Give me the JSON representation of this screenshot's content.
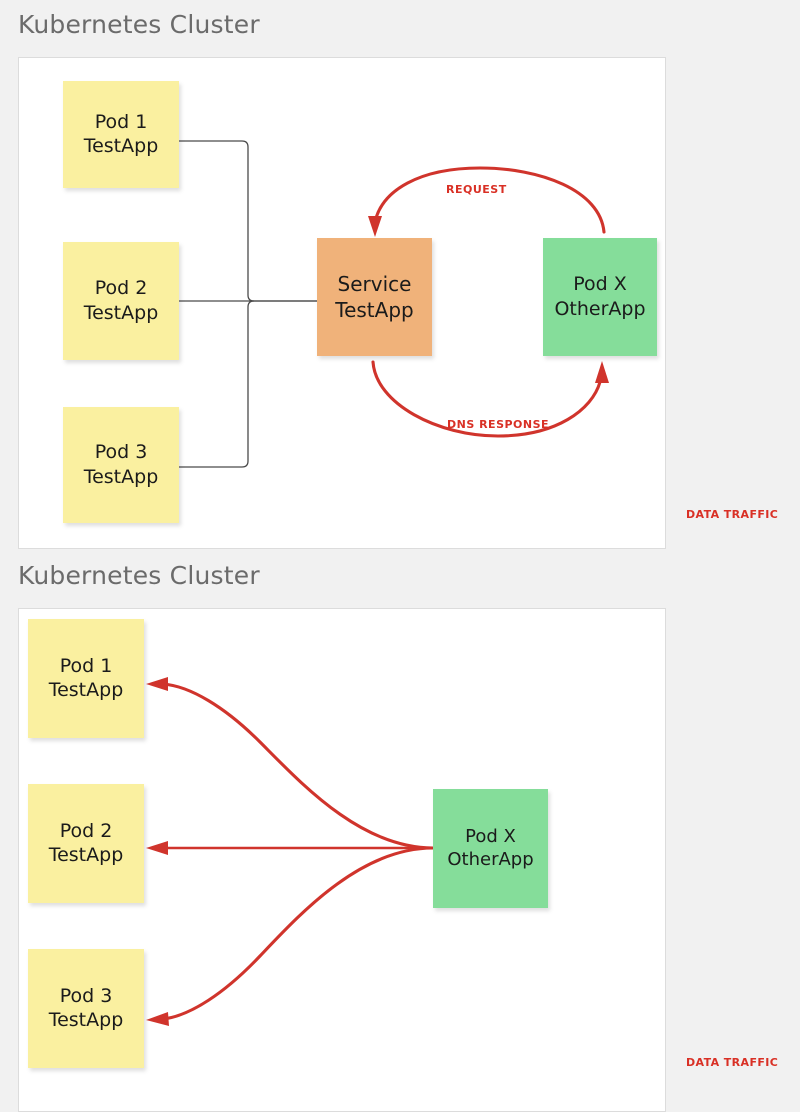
{
  "page": {
    "background_color": "#f1f1f1",
    "accent_red": "#d93025",
    "node_yellow": "#faf0a0",
    "node_orange": "#f0b27a",
    "node_green": "#85dd9a"
  },
  "diagram_1": {
    "title": "Kubernetes Cluster",
    "legend": "DATA TRAFFIC",
    "nodes": {
      "pod1": {
        "line1": "Pod 1",
        "line2": "TestApp"
      },
      "pod2": {
        "line1": "Pod 2",
        "line2": "TestApp"
      },
      "pod3": {
        "line1": "Pod 3",
        "line2": "TestApp"
      },
      "service": {
        "line1": "Service",
        "line2": "TestApp"
      },
      "podx": {
        "line1": "Pod X",
        "line2": "OtherApp"
      }
    },
    "flows": {
      "request": "REQUEST",
      "dns_response": "DNS RESPONSE"
    }
  },
  "diagram_2": {
    "title": "Kubernetes Cluster",
    "legend": "DATA TRAFFIC",
    "nodes": {
      "pod1": {
        "line1": "Pod 1",
        "line2": "TestApp"
      },
      "pod2": {
        "line1": "Pod 2",
        "line2": "TestApp"
      },
      "pod3": {
        "line1": "Pod 3",
        "line2": "TestApp"
      },
      "podx": {
        "line1": "Pod X",
        "line2": "OtherApp"
      }
    }
  }
}
